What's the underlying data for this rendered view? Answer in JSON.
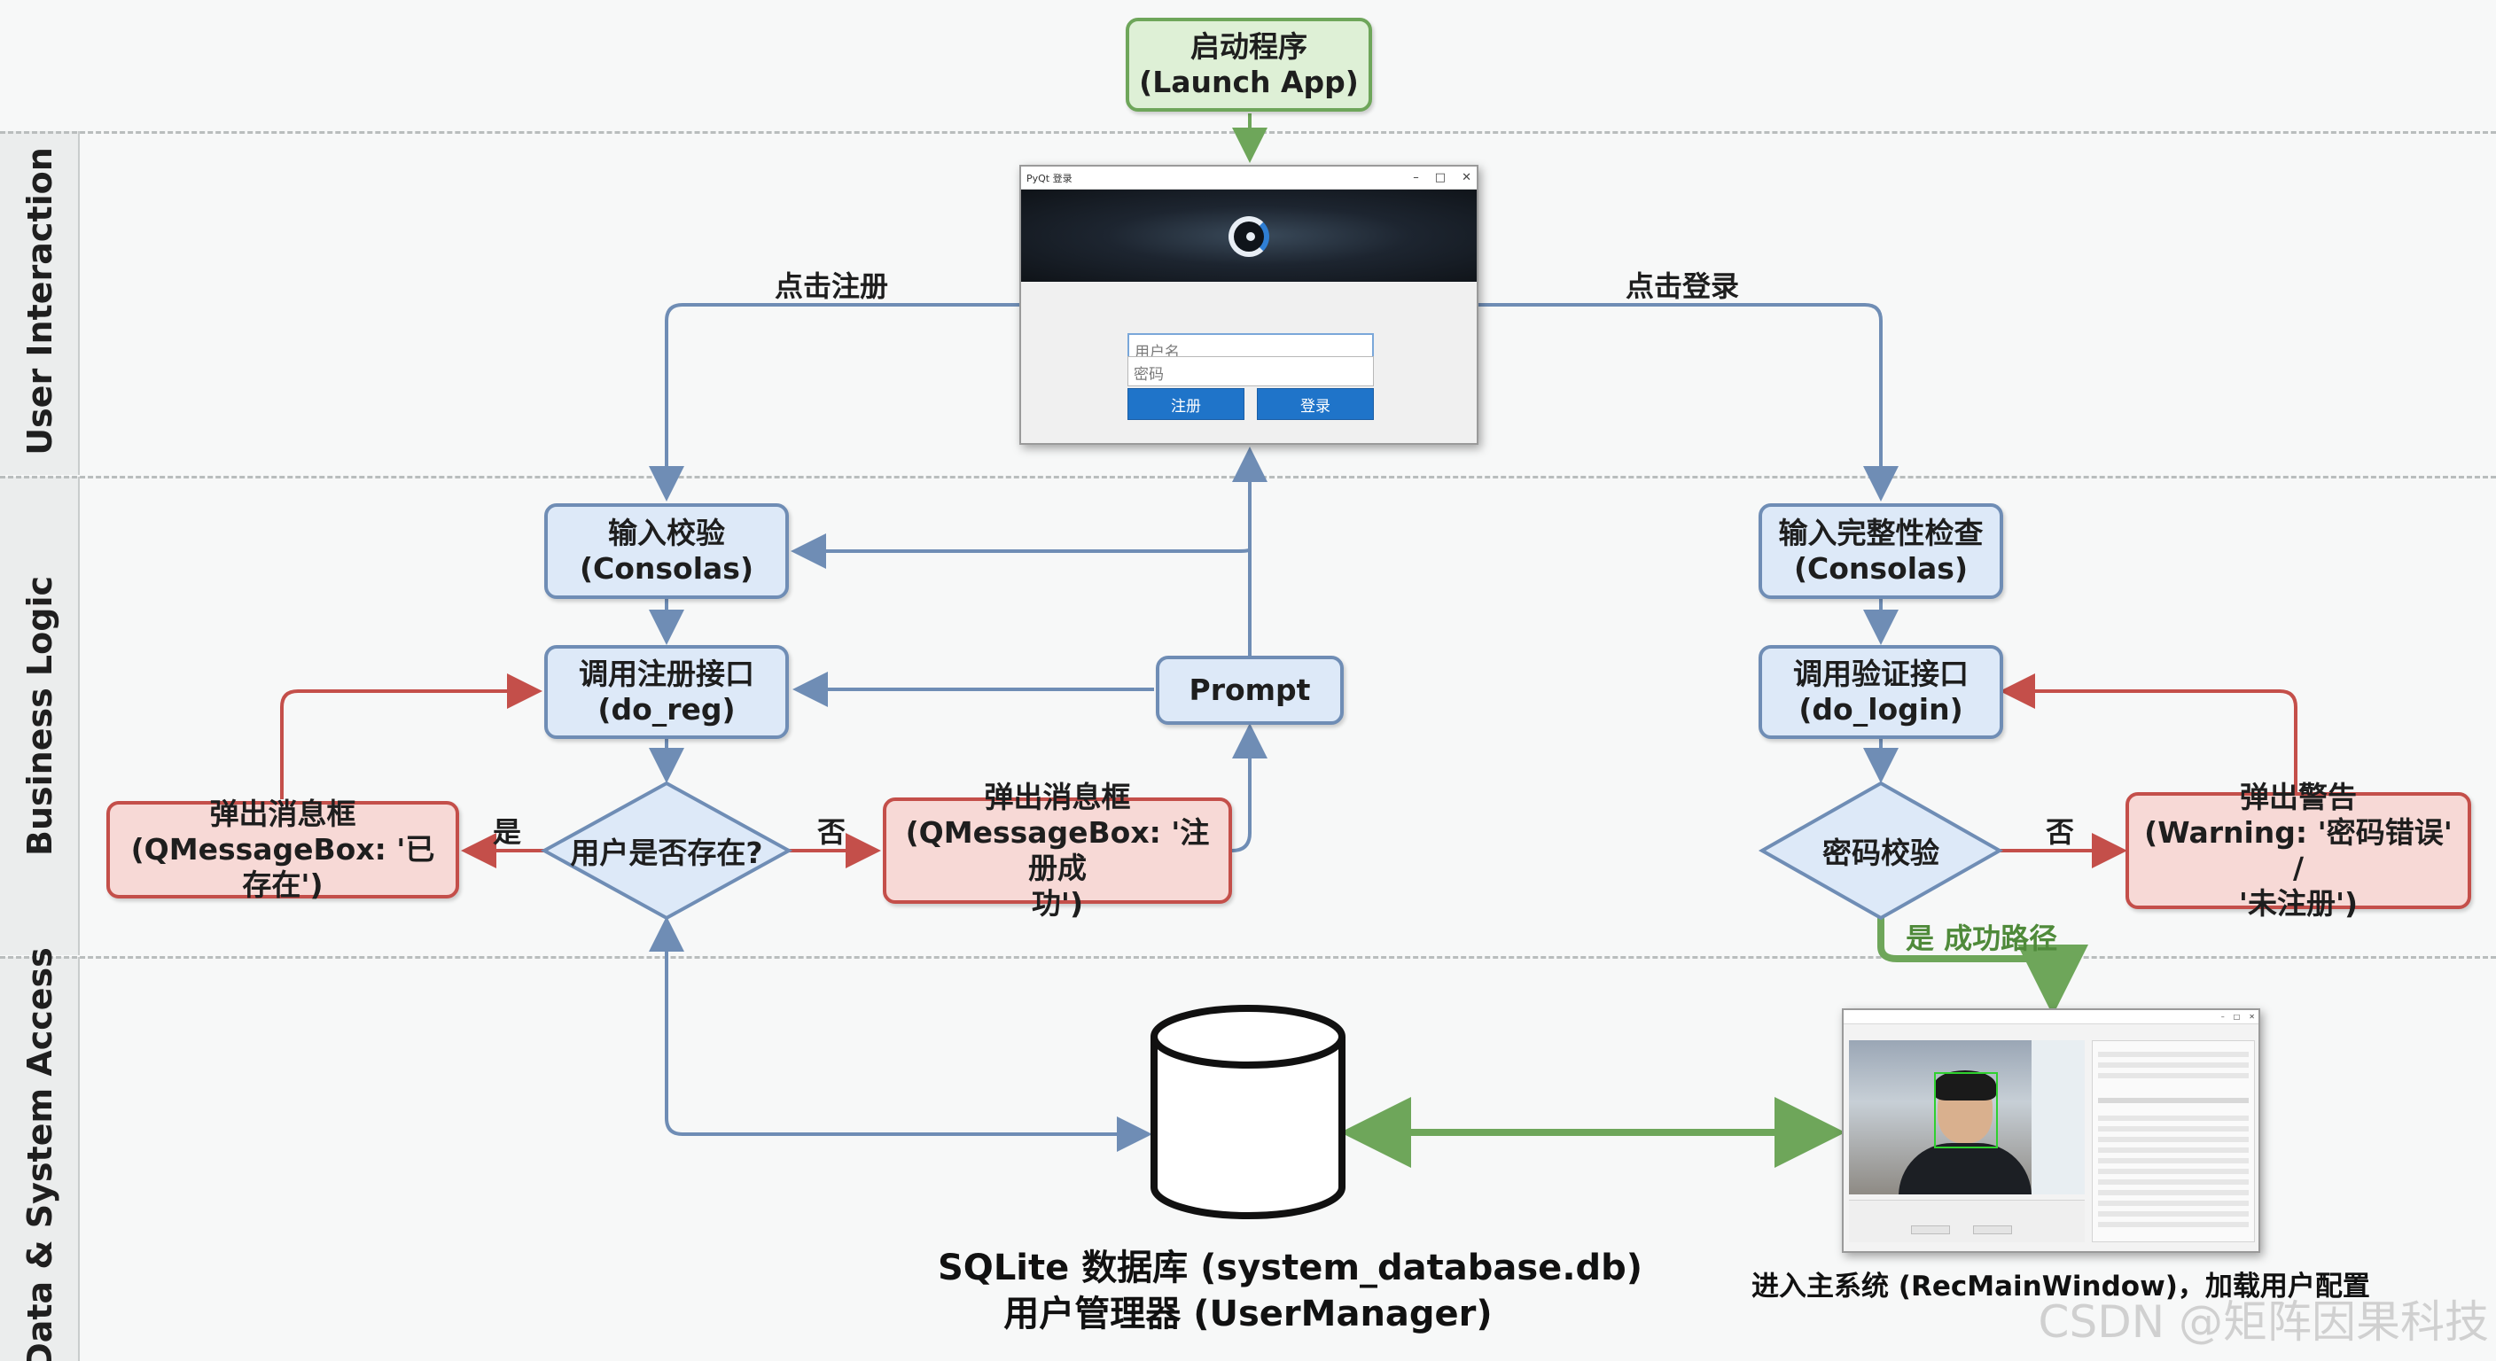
{
  "lanes": {
    "user_interaction": "User Interaction",
    "business_logic": "Business Logic",
    "data_system_access": "Data & System Access"
  },
  "nodes": {
    "launch": [
      "启动程序",
      "(Launch App)"
    ],
    "input_validation": [
      "输入校验",
      "(Consolas)"
    ],
    "call_register": [
      "调用注册接口",
      "(do_reg)"
    ],
    "prompt": "Prompt",
    "user_exists": "用户是否存在?",
    "msg_exists": [
      "弹出消息框",
      "(QMessageBox: '已存在')"
    ],
    "msg_register_ok": [
      "弹出消息框",
      "(QMessageBox: '注册成",
      "功')"
    ],
    "input_completeness": [
      "输入完整性检查",
      "(Consolas)"
    ],
    "call_verify": [
      "调用验证接口",
      "(do_login)"
    ],
    "password_check": "密码校验",
    "warning": [
      "弹出警告",
      "(Warning: '密码错误' /",
      "'未注册')"
    ]
  },
  "edge_labels": {
    "click_register": "点击注册",
    "click_login": "点击登录",
    "yes_left": "是",
    "no_middle": "否",
    "no_right": "否",
    "success_path": "是 成功路径"
  },
  "database": {
    "line1": "SQLite 数据库 (system_database.db)",
    "line2": "用户管理器 (UserManager)"
  },
  "main_window_caption": "进入主系统 (RecMainWindow)，加载用户配置",
  "login_window": {
    "title": "PyQt 登录",
    "username_placeholder": "用户名",
    "password_placeholder": "密码",
    "register_button": "注册",
    "login_button": "登录"
  },
  "watermark": "CSDN @矩阵因果科技",
  "colors": {
    "blue_fill": "#dde9f8",
    "blue_stroke": "#6f8db5",
    "red_fill": "#f7d9d6",
    "red_stroke": "#c44f4a",
    "green_fill": "#def0d6",
    "green_stroke": "#6ea65a"
  }
}
